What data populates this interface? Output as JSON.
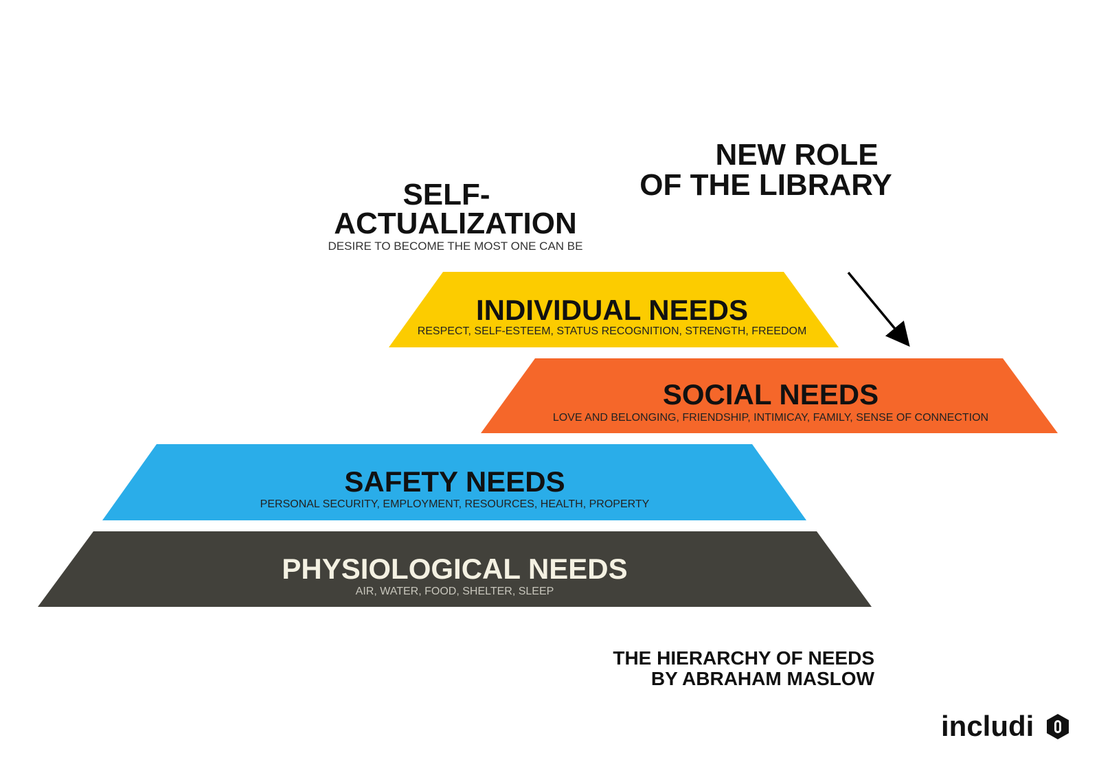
{
  "self_actualization": {
    "title_line1": "SELF-",
    "title_line2": "ACTUALIZATION",
    "description": "DESIRE TO BECOME THE MOST ONE CAN BE"
  },
  "new_role": {
    "line1": "NEW ROLE",
    "line2": "OF THE LIBRARY"
  },
  "tiers": {
    "individual": {
      "title": "INDIVIDUAL NEEDS",
      "description": "RESPECT, SELF-ESTEEM, STATUS RECOGNITION, STRENGTH, FREEDOM",
      "color": "#FCCC00",
      "text_color": "#111111"
    },
    "social": {
      "title": "SOCIAL NEEDS",
      "description": "LOVE AND BELONGING, FRIENDSHIP, INTIMICAY, FAMILY, SENSE OF CONNECTION",
      "color": "#F5672A",
      "text_color": "#111111"
    },
    "safety": {
      "title": "SAFETY NEEDS",
      "description": "PERSONAL SECURITY, EMPLOYMENT, RESOURCES, HEALTH, PROPERTY",
      "color": "#2AADE9",
      "text_color": "#111111"
    },
    "physiological": {
      "title": "PHYSIOLOGICAL NEEDS",
      "description": "AIR, WATER, FOOD, SHELTER, SLEEP",
      "color": "#42413B",
      "text_color": "#F4F1E2",
      "description_color": "#C8C6BC"
    }
  },
  "caption": {
    "line1": "THE HIERARCHY OF NEEDS",
    "line2": "BY ABRAHAM MASLOW"
  },
  "logo": {
    "text": "includi",
    "icon": "hexagon-zero-icon"
  }
}
